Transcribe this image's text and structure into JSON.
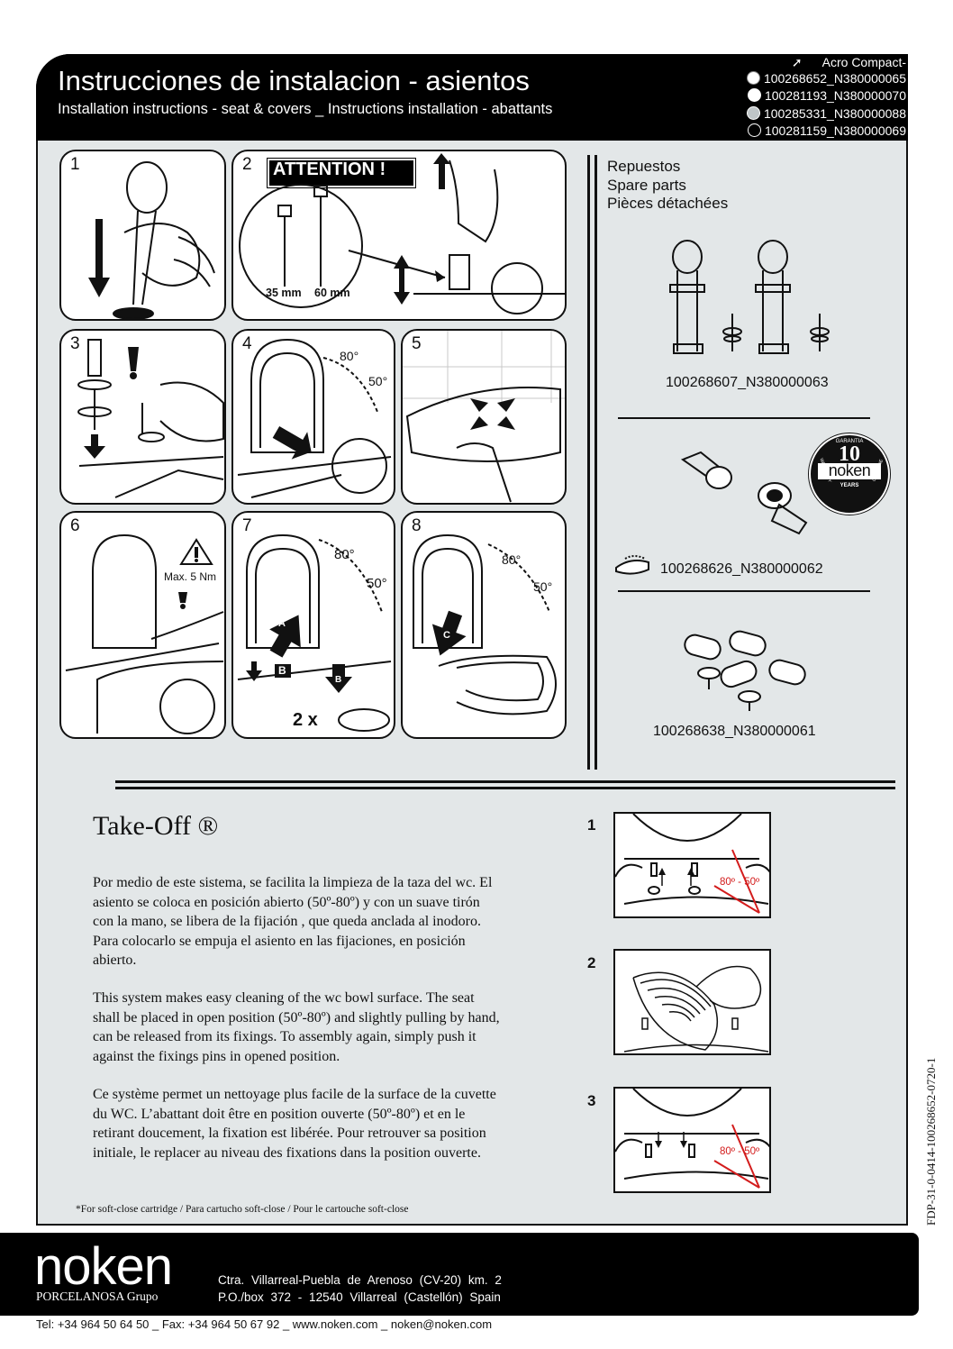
{
  "header": {
    "title": "Instrucciones de instalacion - asientos",
    "subtitle": "Installation instructions - seat & covers _ Instructions installation - abattants",
    "product_name": "Acro Compact-",
    "models": [
      {
        "code": "100268652_N380000065",
        "swatch": "#ffffff"
      },
      {
        "code": "100281193_N380000070",
        "swatch": "#ffffff"
      },
      {
        "code": "100285331_N380000088",
        "swatch": "#bfc5c7"
      },
      {
        "code": "100281159_N380000069",
        "swatch": "#000000"
      }
    ]
  },
  "steps": [
    {
      "number": "1"
    },
    {
      "number": "2",
      "attention": "ATTENTION !",
      "bolt_short": "35 mm",
      "bolt_long": "60 mm"
    },
    {
      "number": "3"
    },
    {
      "number": "4",
      "angle_open": "80°",
      "angle_closed": "50°"
    },
    {
      "number": "5"
    },
    {
      "number": "6",
      "torque": "Max. 5 Nm"
    },
    {
      "number": "7",
      "angle_open": "80°",
      "angle_closed": "50°",
      "label_a": "A",
      "label_b": "B",
      "quantity": "2 x"
    },
    {
      "number": "8",
      "angle_open": "80°",
      "angle_closed": "50°",
      "label_c": "C"
    }
  ],
  "spare_parts": {
    "heading_es": "Repuestos",
    "heading_en": "Spare parts",
    "heading_fr": "Pièces détachées",
    "codes": [
      "100268607_N380000063",
      "100268626_N380000062",
      "100268638_N380000061"
    ],
    "warranty": {
      "top": "GARANTIA",
      "years": "10",
      "brand": "noken",
      "bottom": "YEARS",
      "left": "WARRANTY",
      "right": "GARANTIE"
    }
  },
  "takeoff": {
    "title": "Take-Off ®",
    "para_es": "Por medio de este sistema, se facilita la limpieza de la taza del wc.  El asiento se coloca en posición abierto (50º-80º) y con un suave tirón con la mano, se libera de la fijación , que queda anclada al inodoro. Para colocarlo se empuja el asiento en las fijaciones, en posición abierto.",
    "para_en": "This system makes easy cleaning of the wc bowl surface. The seat shall be placed in open position (50º-80º) and slightly pulling by hand, can be released from its fixings. To assembly again, simply push it against the fixings pins in opened position.",
    "para_fr": "Ce système permet un nettoyage plus facile de la surface de la cuvette du WC. L’abattant doit être en position ouverte (50º-80º) et en le retirant doucement, la fixation est libérée. Pour retrouver sa position initiale, le replacer au niveau des fixations dans la position ouverte.",
    "steps": [
      {
        "number": "1",
        "angle": "80º - 50º"
      },
      {
        "number": "2"
      },
      {
        "number": "3",
        "angle": "80º - 50º"
      }
    ]
  },
  "footnote": "*For soft-close cartridge / Para cartucho soft-close / Pour le cartouche soft-close",
  "doc_code": "FDP-31-0-0414-100268652-0720-1",
  "footer": {
    "logo": "noken",
    "group": "PORCELANOSA Grupo",
    "address_1": "Ctra.  Villarreal-Puebla  de  Arenoso  (CV-20)  km.  2",
    "address_2": "P.O./box  372  -  12540  Villarreal  (Castellón)  Spain",
    "contact": "Tel:  +34 964 50 64 50 _ Fax: +34 964 50 67 92 _ www.noken.com _ noken@noken.com"
  },
  "colors": {
    "accent_red": "#d31c1c",
    "panel": "#e3e7e8",
    "header": "#000000"
  }
}
